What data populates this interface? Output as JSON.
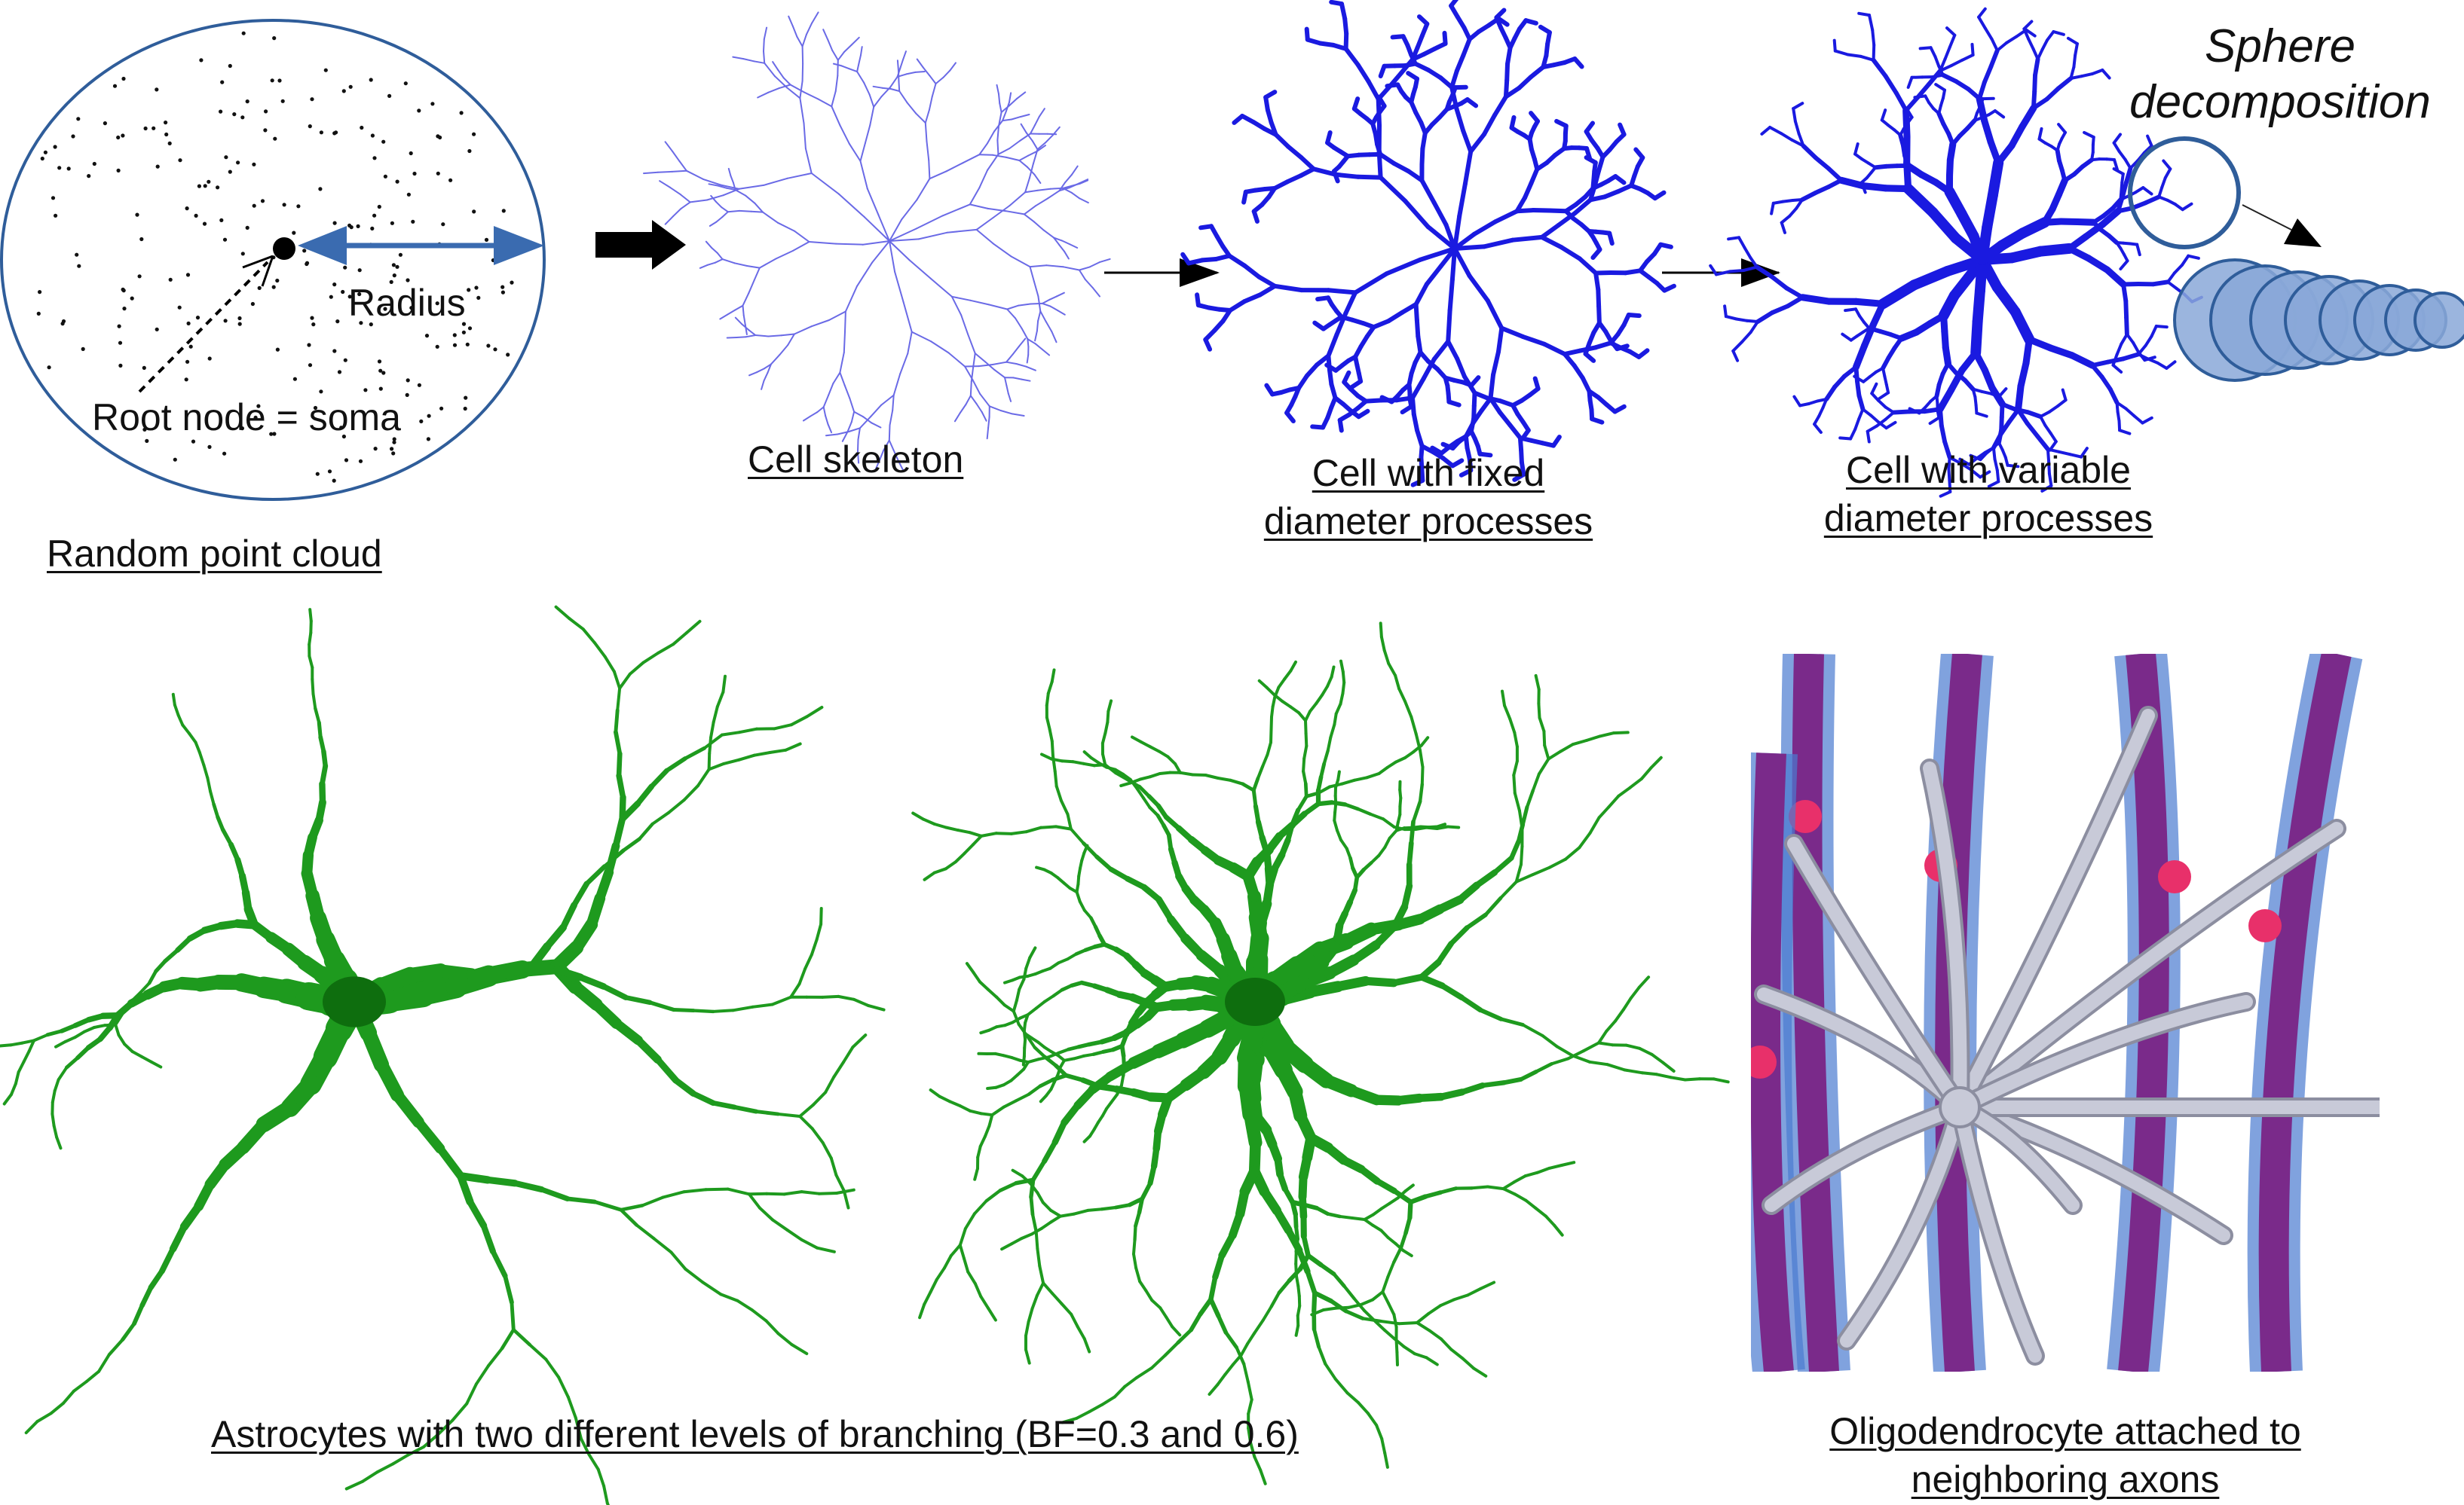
{
  "panels": {
    "point_cloud": {
      "caption": "Random point cloud",
      "radius_label": "Radius",
      "root_label": "Root node = soma"
    },
    "skeleton": {
      "caption": "Cell skeleton"
    },
    "fixed": {
      "caption_line1": "Cell with fixed",
      "caption_line2": "diameter processes"
    },
    "variable": {
      "caption_line1": "Cell with variable",
      "caption_line2": "diameter processes"
    },
    "sphere": {
      "title_line1": "Sphere",
      "title_line2": "decomposition"
    },
    "astrocytes": {
      "caption": "Astrocytes with two different levels of branching (BF=0.3 and 0.6)"
    },
    "oligodendrocyte": {
      "caption_line1": "Oligodendrocyte attached to",
      "caption_line2": "neighboring axons"
    }
  },
  "colors": {
    "ellipse_stroke": "#2f5d9a",
    "arrow_blue": "#3a6bb0",
    "skeleton_thin": "#6a6ae6",
    "skeleton_bold": "#1a1ae0",
    "astro_green": "#1e9a1e",
    "astro_dark": "#0e6e0e",
    "axon_purple": "#7a2a8a",
    "myelin_blue": "#4a7ad0",
    "oligo_gray": "#c8cad8",
    "node_red": "#e8306a",
    "sphere_fill": "#8aa8d8"
  }
}
